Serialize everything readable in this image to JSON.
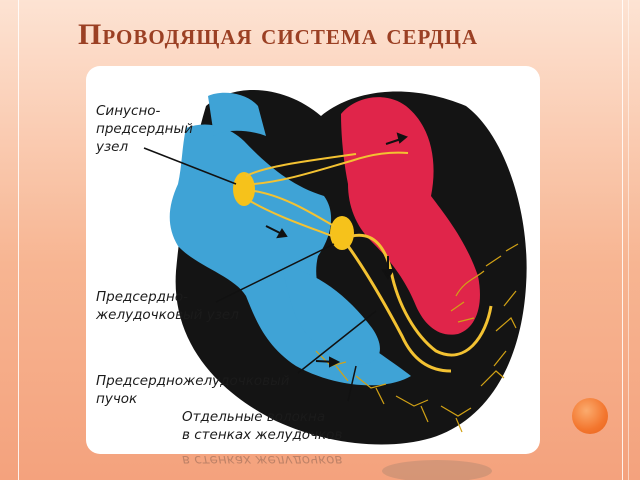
{
  "slide": {
    "title": "Проводящая система сердца"
  },
  "diagram": {
    "labels": {
      "sa_node": [
        "Синусно-",
        "предсердный",
        "узел"
      ],
      "av_node": [
        "Предсердно-",
        "желудочковый узел"
      ],
      "av_bundle": [
        "Предсердножелудочковый",
        "пучок"
      ],
      "fibers": [
        "Отдельные волокна",
        "в стенках желудочков"
      ]
    },
    "reflection_text": "в стенках желудочков"
  },
  "colors": {
    "title": "#9b4024",
    "right_heart_blue": "#3fa3d6",
    "left_heart_red": "#e0254a",
    "outer_wall": "#141414",
    "conduction_yellow": "#f3c232",
    "node_yellow": "#f6c21b"
  }
}
